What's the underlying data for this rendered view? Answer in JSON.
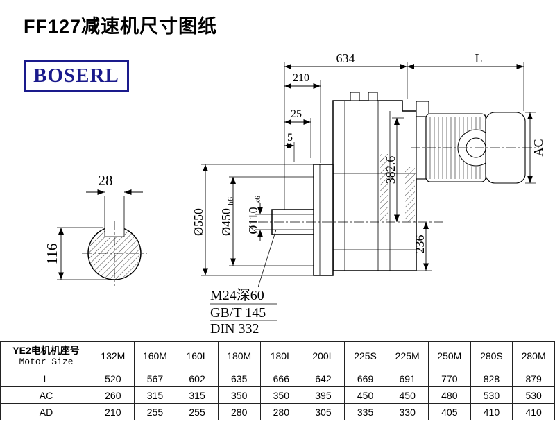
{
  "title": "FF127减速机尺寸图纸",
  "logo": {
    "text": "BOSERL"
  },
  "colors": {
    "logo_navy": "#1a1a8c",
    "line": "#000000",
    "background": "#ffffff"
  },
  "drawing": {
    "dims": {
      "d634": "634",
      "dL": "L",
      "d210": "210",
      "d25": "25",
      "d5": "5",
      "dAC": "AC",
      "d382": "382.6",
      "d236": "236",
      "d550": "Ø550",
      "d450": "Ø450",
      "d450_sub": "h6",
      "d110": "Ø110",
      "d110_sub": "k6",
      "d28": "28",
      "d116": "116"
    },
    "notes": [
      "M24深60",
      "GB/T 145",
      "DIN 332"
    ]
  },
  "table": {
    "header_cn": "YE2电机机座号",
    "header_en": "Motor Size",
    "columns": [
      "132M",
      "160M",
      "160L",
      "180M",
      "180L",
      "200L",
      "225S",
      "225M",
      "250M",
      "280S",
      "280M"
    ],
    "rows": [
      {
        "label": "L",
        "values": [
          520,
          567,
          602,
          635,
          666,
          642,
          669,
          691,
          770,
          828,
          879
        ]
      },
      {
        "label": "AC",
        "values": [
          260,
          315,
          315,
          350,
          350,
          395,
          450,
          450,
          480,
          530,
          530
        ]
      },
      {
        "label": "AD",
        "values": [
          210,
          255,
          255,
          280,
          280,
          305,
          335,
          330,
          405,
          410,
          410
        ]
      }
    ]
  }
}
